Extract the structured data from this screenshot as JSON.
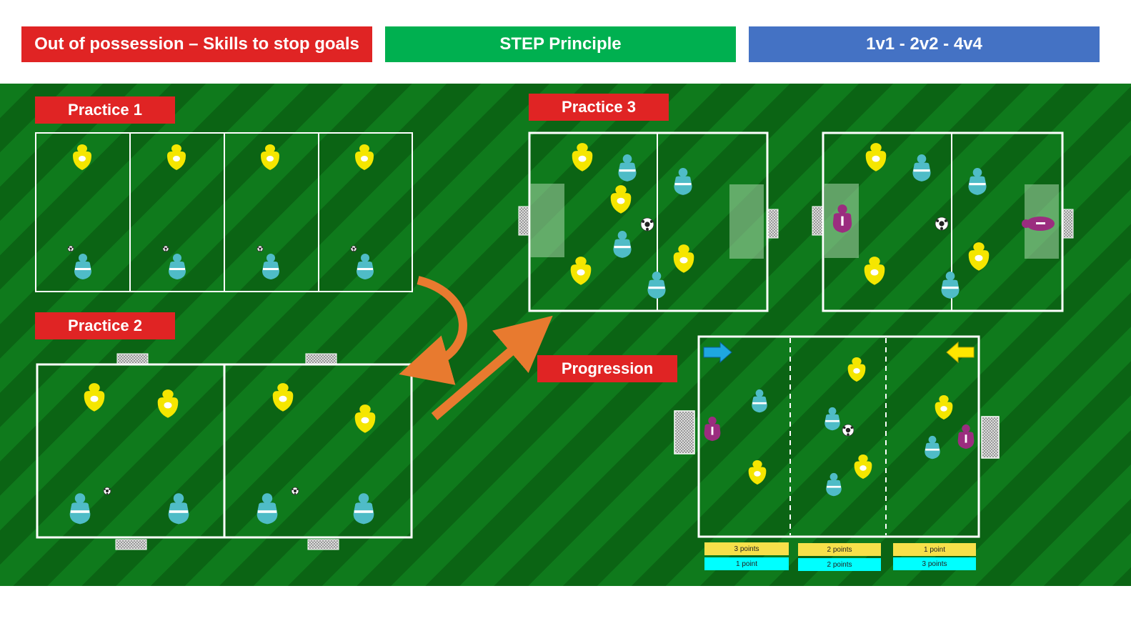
{
  "banners": {
    "topic": "Out of possession – Skills to stop goals",
    "principle": "STEP Principle",
    "format": "1v1 - 2v2 - 4v4",
    "colors": {
      "topic": "#e02424",
      "principle": "#00b050",
      "format": "#4472c4"
    }
  },
  "labels": {
    "practice1": "Practice 1",
    "practice2": "Practice 2",
    "practice3": "Practice 3",
    "progression": "Progression"
  },
  "scoring": [
    {
      "yellow": "3 points",
      "cyan": "1 point"
    },
    {
      "yellow": "2 points",
      "cyan": "2 points"
    },
    {
      "yellow": "1 point",
      "cyan": "3 points"
    }
  ],
  "colors": {
    "pitch": "#0f7a1c",
    "yellow_team": "#f5e600",
    "cyan_team": "#4fbcc7",
    "goalkeeper": "#9b2d7f",
    "arrow": "#e87a2f",
    "scoring_yellow": "#f7e04a",
    "scoring_cyan": "#00ffff"
  },
  "icons": {
    "direction_cyan": "arrow-right-icon",
    "direction_yellow": "arrow-left-icon",
    "ball": "football-icon",
    "goal": "goal-net-icon"
  }
}
